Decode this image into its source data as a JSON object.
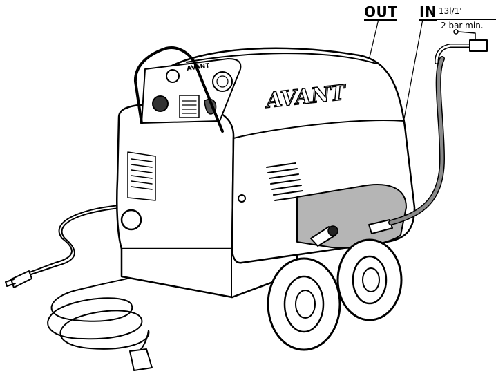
{
  "labels": {
    "outlet": "OUT",
    "inlet": "IN",
    "flow_rate": "13l/1'",
    "min_pressure": "2 bar min."
  },
  "brand": {
    "logo_text": "AVANT",
    "panel_logo_text": "AVANT"
  },
  "colors": {
    "line": "#000000",
    "background": "#ffffff",
    "hose_fill": "#8a8a8a",
    "panel_shade": "#b5b5b5"
  }
}
